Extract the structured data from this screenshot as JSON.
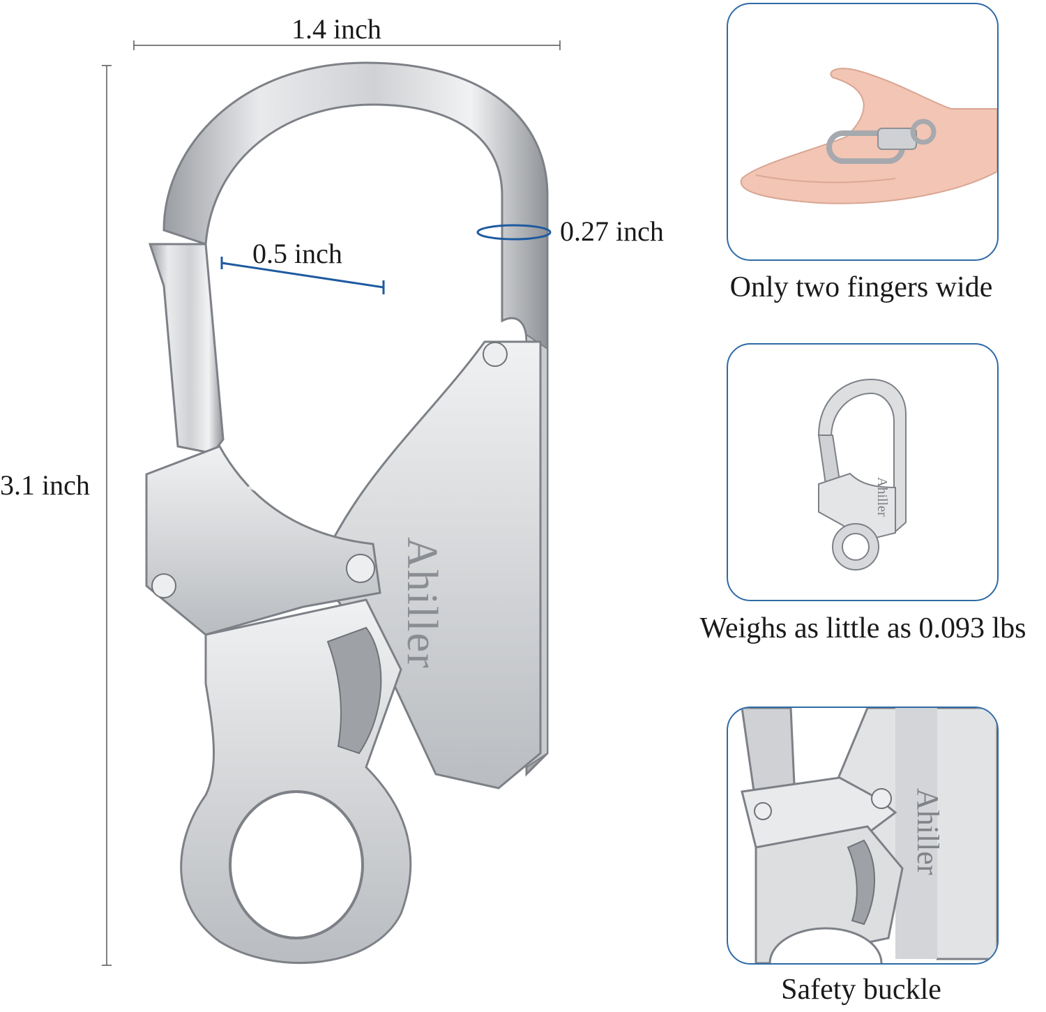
{
  "dimensions": {
    "width_label": "1.4 inch",
    "height_label": "3.1 inch",
    "gate_opening_label": "0.5 inch",
    "thickness_label": "0.27 inch"
  },
  "brand": {
    "engraving": "Ahiller"
  },
  "panels": [
    {
      "caption": "Only two fingers wide",
      "image": "hand-holding-snap-hook"
    },
    {
      "caption": "Weighs as little as 0.093 lbs",
      "image": "small-snap-hook"
    },
    {
      "caption": "Safety buckle",
      "image": "snap-hook-closeup"
    }
  ],
  "colors": {
    "panel_border": "#2d6aa6",
    "dimension_line": "#1e5aa0",
    "metal_light": "#e6e7e9",
    "metal_dark": "#8d9096"
  }
}
